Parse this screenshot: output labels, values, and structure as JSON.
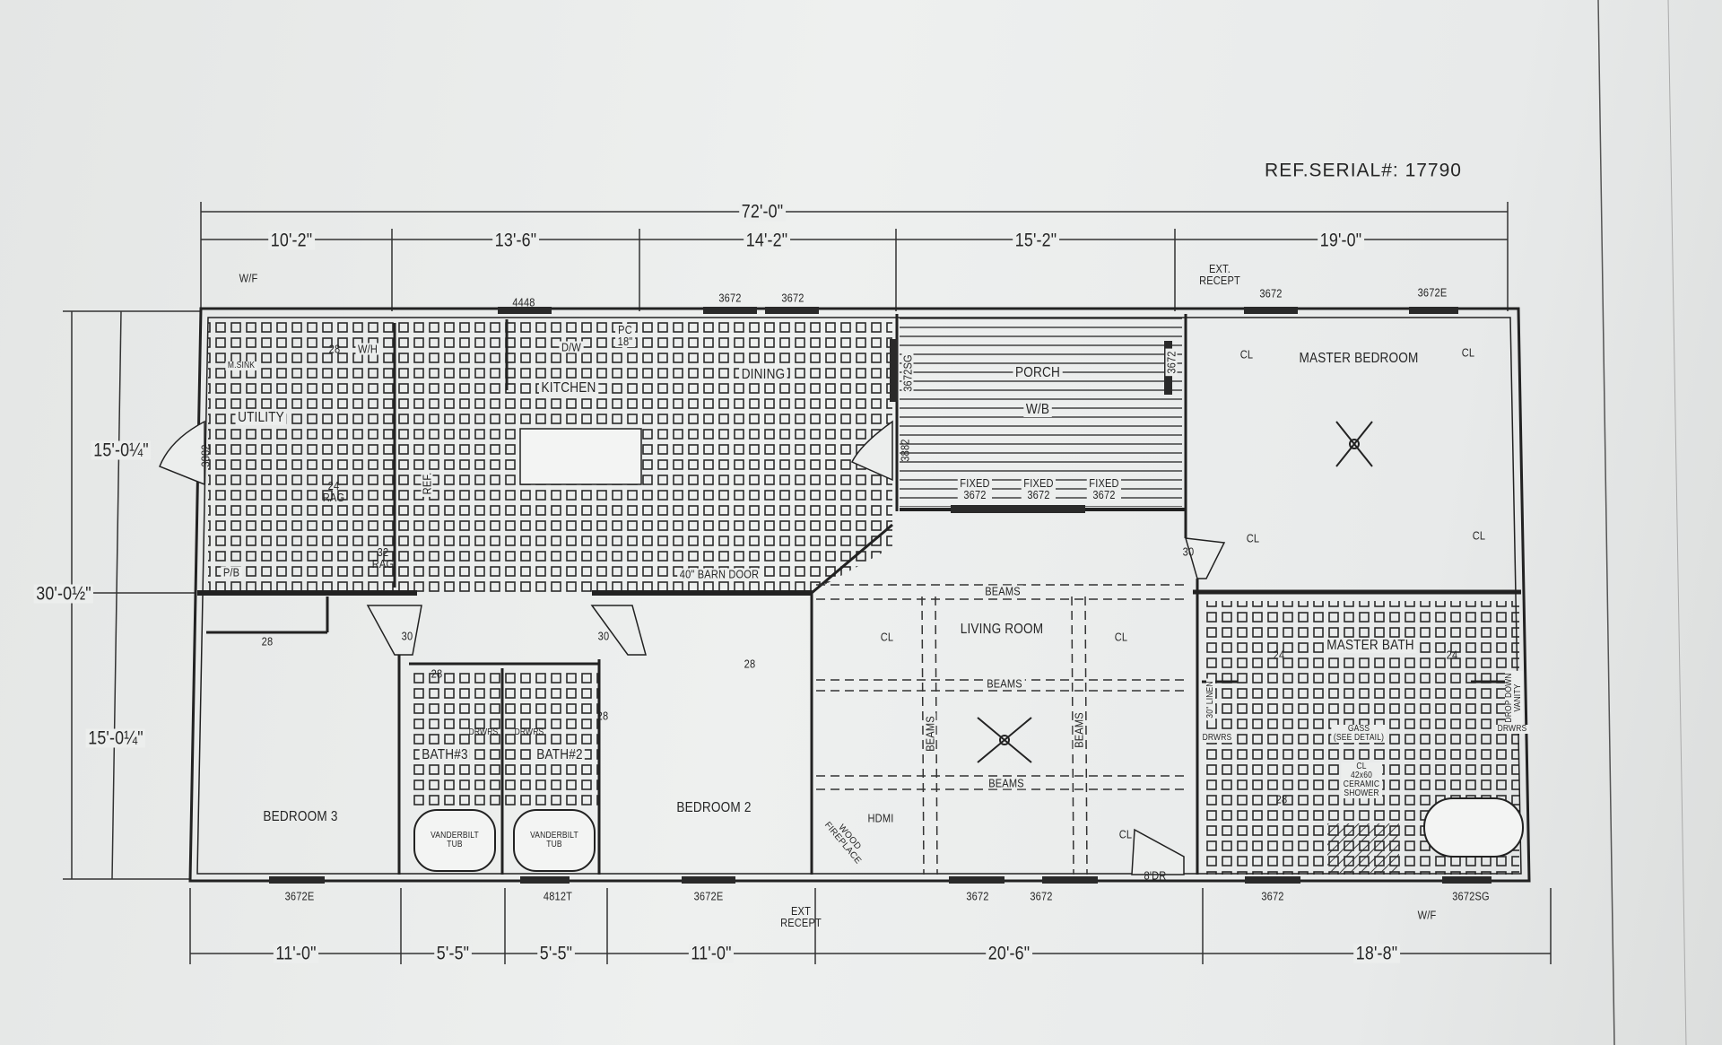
{
  "ref_serial": "REF.SERIAL#: 17790",
  "dimensions": {
    "overall": "72'-0\"",
    "top": [
      "10'-2\"",
      "13'-6\"",
      "14'-2\"",
      "15'-2\"",
      "19'-0\""
    ],
    "bottom": [
      "11'-0\"",
      "5'-5\"",
      "5'-5\"",
      "11'-0\"",
      "20'-6\"",
      "18'-8\""
    ],
    "left_total": "30'-0½\"",
    "left_upper": "15'-0¼\"",
    "left_lower": "15'-0¼\""
  },
  "rooms": {
    "utility": "UTILITY",
    "kitchen": "KITCHEN",
    "dining": "DINING",
    "porch": "PORCH",
    "porch_note": "W/B",
    "master_bedroom": "MASTER BEDROOM",
    "living_room": "LIVING ROOM",
    "master_bath": "MASTER BATH",
    "bedroom3": "BEDROOM 3",
    "bedroom2": "BEDROOM 2",
    "bath3": "BATH#3",
    "bath2": "BATH#2"
  },
  "windows": {
    "top": [
      "4448",
      "3672",
      "3672",
      "3672",
      "3672E"
    ],
    "bottom": [
      "3672E",
      "4812T",
      "3672E",
      "3672",
      "3672",
      "3672",
      "3672SG"
    ],
    "porch_fixed": [
      "FIXED\n3672",
      "FIXED\n3672",
      "FIXED\n3672"
    ],
    "porch_left_door": "3672SG",
    "porch_right": "3672",
    "door_left": "3882",
    "door_porch": "3882"
  },
  "doors": {
    "wh_door": "28",
    "rag_24": "24\nRAG",
    "rag_32": "32\nRAG",
    "bed3_closet": "28",
    "hall_30a": "30",
    "hall_30b": "30",
    "bath3_door": "28",
    "bath2_door": "28",
    "bed2_closet": "28",
    "master_30": "30",
    "mbath_24a": "24",
    "mbath_24b": "24",
    "mbath_wc": "28",
    "barn_door": "40\" BARN DOOR",
    "dr_8": "8'DR"
  },
  "fixtures": {
    "wf_top": "W/F",
    "wf_bottom": "W/F",
    "ext_recept_top": "EXT.\nRECEPT",
    "ext_recept_bottom": "EXT\nRECEPT",
    "msink": "M.SINK",
    "wh": "W/H",
    "dw": "D/W",
    "pc": "PC\n18\"",
    "ref": "REF.",
    "pb": "P/B",
    "drwrs": [
      "DRWRS",
      "DRWRS",
      "DRWRS",
      "DRWRS"
    ],
    "tub": "VANDERBILT\nTUB",
    "linen": "30\" LINEN",
    "vanity": "DROP DOWN\nVANITY",
    "gass": "GASS\n(SEE DETAIL)",
    "shower": "CL\n42x60\nCERAMIC\nSHOWER",
    "hdmi": "HDMI",
    "fireplace": "WOOD\nFIREPLACE",
    "beams": "BEAMS",
    "cl": "CL"
  }
}
